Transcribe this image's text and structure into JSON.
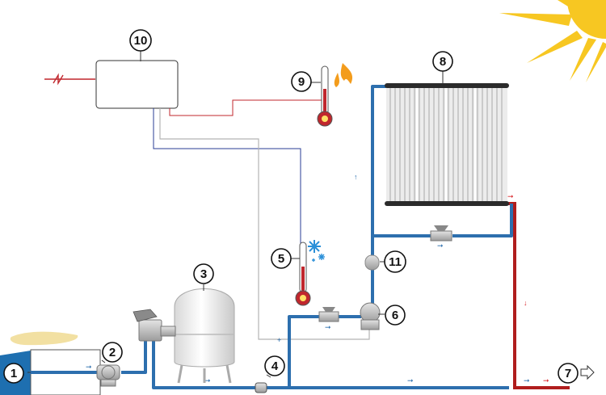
{
  "colors": {
    "cold_pipe": "#2d6fae",
    "hot_pipe": "#b01d1d",
    "control_blue": "#2a3d96",
    "control_red": "#c0272d",
    "control_grey": "#b4b4b4",
    "sun": "#f7c722",
    "flame": "#f39c1c",
    "snowflake": "#2a8fd8",
    "pool_water": "#1e6fb0",
    "flow_arrow_hot": "#d9262b",
    "flow_arrow_cold": "#2d6fae"
  },
  "icons": [
    "sun-icon",
    "flame-icon",
    "snowflake-icon",
    "thermometer-icon",
    "power-input-icon",
    "valve-icon",
    "pump-icon",
    "outlet-arrow-icon"
  ],
  "labels": {
    "pool": "1",
    "filter_pump": "2",
    "sand_filter": "3",
    "check_valve": "4",
    "cold_sensor": "5",
    "circulation_pump": "6",
    "return_to_pool": "7",
    "solar_collector": "8",
    "collector_sensor": "9",
    "controller": "10",
    "vent_valve": "11"
  }
}
